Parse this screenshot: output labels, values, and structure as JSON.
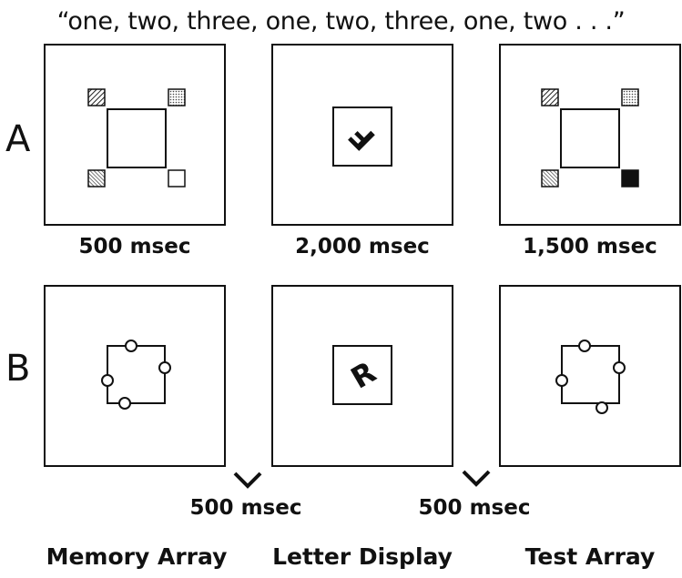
{
  "top_quote": "“one, two, three, one, two, three, one, two . . .”",
  "rows": [
    {
      "label": "A",
      "durations": [
        "500 msec",
        "2,000 msec",
        "1,500 msec"
      ],
      "letter": "F"
    },
    {
      "label": "B",
      "gap_labels": [
        "500 msec",
        "500 msec"
      ],
      "letter": "R"
    }
  ],
  "captions": [
    "Memory Array",
    "Letter Display",
    "Test Array"
  ]
}
